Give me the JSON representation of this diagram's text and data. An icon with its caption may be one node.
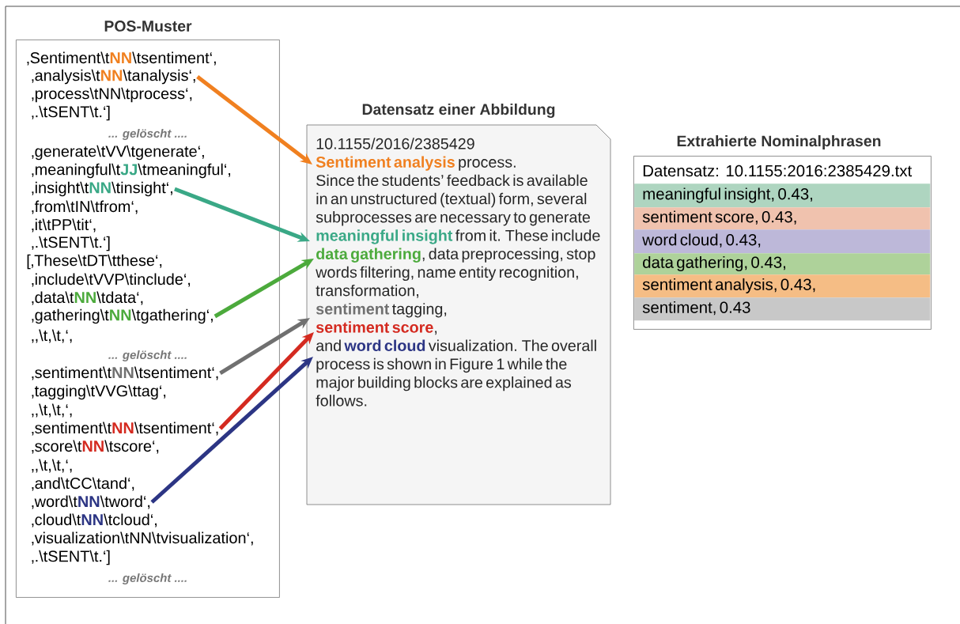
{
  "diagram": {
    "nodes": [
      {
        "text": [
          "POS-Muster"
        ]
      },
      {
        "text": [
          "‚Sentiment\\t**NN**\\tsentiment‘,"
        ],
        "in": 0
      },
      {
        "text": [
          "‚analysis\\t**NN**\\tanalysis‘,"
        ],
        "in": 0
      },
      {
        "text": [
          "‚process\\tNN\\tprocess‘,"
        ],
        "in": 0
      },
      {
        "text": [
          "‚.\\tSENT\\t.‘]"
        ],
        "in": 0
      },
      {
        "text": [
          "... gelöscht ...."
        ],
        "in": 0
      },
      {
        "text": [
          "‚generate\\tVV\\tgenerate‘,"
        ],
        "in": 0
      },
      {
        "text": [
          "‚meaningful\\t**JJ**\\tmeaningful‘,"
        ],
        "in": 0
      },
      {
        "text": [
          "‚insight\\t**NN**\\tinsight‘,"
        ],
        "in": 0
      },
      {
        "text": [
          "‚from\\tIN\\tfrom‘,"
        ],
        "in": 0
      },
      {
        "text": [
          "‚it\\tPP\\tit‘,"
        ],
        "in": 0
      },
      {
        "text": [
          "‚.\\tSENT\\t.‘]"
        ],
        "in": 0
      },
      {
        "text": [
          "[‚These\\tDT\\tthese‘,"
        ],
        "in": 0
      },
      {
        "text": [
          "‚include\\tVVP\\tinclude‘,"
        ],
        "in": 0
      },
      {
        "text": [
          "‚data\\t**NN**\\tdata‘,"
        ],
        "in": 0
      },
      {
        "text": [
          "‚gathering\\t**NN**\\tgathering‘,"
        ],
        "in": 0
      },
      {
        "text": [
          "‚,\\t,\\t,‘,"
        ],
        "in": 0
      },
      {
        "text": [
          "... gelöscht ...."
        ],
        "in": 0
      },
      {
        "text": [
          "‚sentiment\\t**NN**\\tsentiment‘,"
        ],
        "in": 0
      },
      {
        "text": [
          "‚tagging\\tVVG\\ttag‘,"
        ],
        "in": 0
      },
      {
        "text": [
          "‚,\\t,\\t,‘,"
        ],
        "in": 0
      },
      {
        "text": [
          "‚sentiment\\t**NN**\\tsentiment‘,"
        ],
        "in": 0
      },
      {
        "text": [
          "‚score\\t**NN**\\tscore‘,"
        ],
        "in": 0
      },
      {
        "text": [
          "‚,\\t,\\t,‘,"
        ],
        "in": 0
      },
      {
        "text": [
          "‚and\\tCC\\tand‘,"
        ],
        "in": 0
      },
      {
        "text": [
          "‚word\\t**NN**\\tword‘,"
        ],
        "in": 0
      },
      {
        "text": [
          "‚cloud\\t**NN**\\tcloud‘,"
        ],
        "in": 0
      },
      {
        "text": [
          "‚visualization\\tNN\\tvisualization‘,"
        ],
        "in": 0
      },
      {
        "text": [
          "‚.\\tSENT\\t.‘]"
        ],
        "in": 0
      },
      {
        "text": [
          "... gelöscht ...."
        ],
        "in": 0
      },
      {
        "text": [
          "Datensatz einer Abbildung",
          "10.1155/2016/2385429",
          "**Sentiment analysis** process.",
          "Since the students’ feedback is available in an unstructured (textual) form, several subprocesses are necessary to generate **meaningful insight** from it. These include **data gathering**, data preprocessing, stop words filtering, name entity recognition, transformation,",
          "**sentiment** tagging,",
          "**sentiment score**,",
          "and **word cloud** visualization. The overall process is shown in Figure 1 while the major building blocks are explained as follows."
        ]
      },
      {
        "text": [
          "Extrahierte Nominalphrasen"
        ]
      },
      {
        "text": [
          "Datensatz: 10.1155:2016:2385429.txt"
        ],
        "in": 31
      },
      {
        "text": [
          "meaningful insight, 0.43,"
        ],
        "in": 31
      },
      {
        "text": [
          "sentiment score, 0.43,"
        ],
        "in": 31
      },
      {
        "text": [
          "word cloud, 0.43,"
        ],
        "in": 31
      },
      {
        "text": [
          "data gathering, 0.43,"
        ],
        "in": 31
      },
      {
        "text": [
          "sentiment analysis, 0.43,"
        ],
        "in": 31
      },
      {
        "text": [
          "sentiment, 0.43"
        ],
        "in": 31
      }
    ],
    "edges": [
      {
        "from": 2,
        "to": 30,
        "arrow": "to",
        "color": "#f08020"
      },
      {
        "from": 8,
        "to": 30,
        "arrow": "to",
        "color": "#3aa886"
      },
      {
        "from": 15,
        "to": 30,
        "arrow": "to",
        "color": "#4caa3c"
      },
      {
        "from": 18,
        "to": 30,
        "arrow": "to",
        "color": "#707070"
      },
      {
        "from": 21,
        "to": 30,
        "arrow": "to",
        "color": "#d42a20"
      },
      {
        "from": 25,
        "to": 30,
        "arrow": "to",
        "color": "#2c3584"
      }
    ]
  }
}
